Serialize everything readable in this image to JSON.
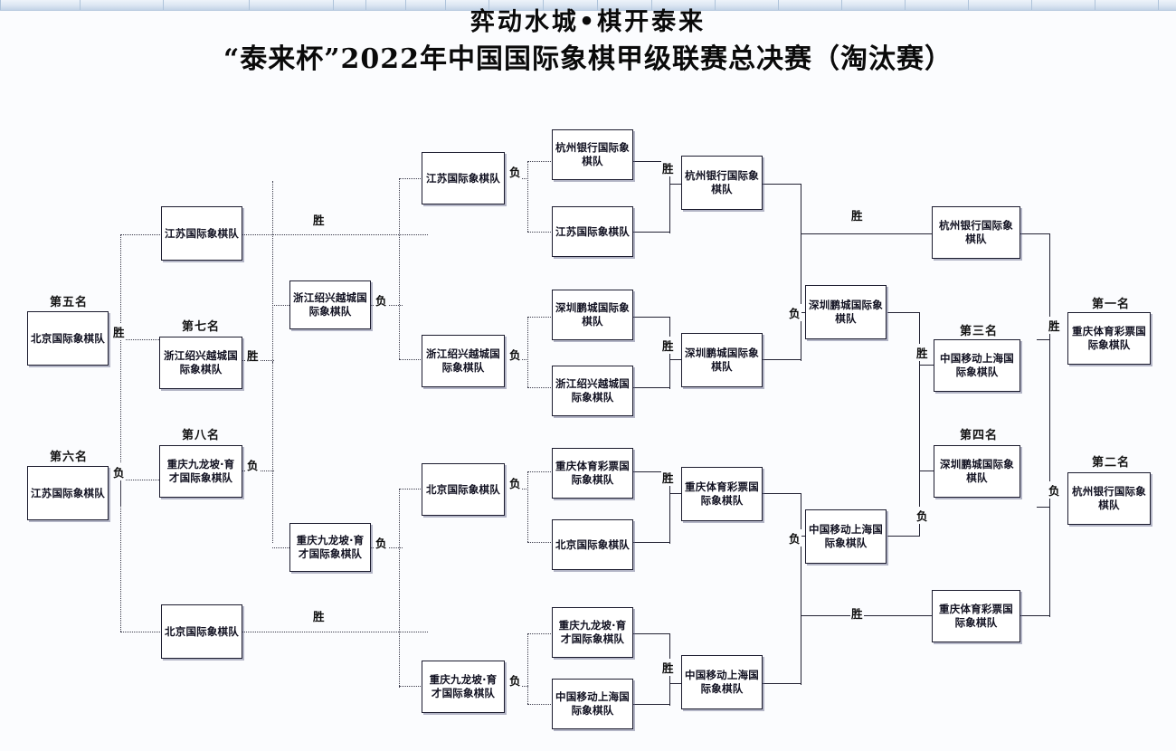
{
  "header": {
    "title_line1": "弈动水城•棋开泰来",
    "title_line2": "“泰来杯”2022年中国国际象棋甲级联赛总决赛（淘汰赛）"
  },
  "labels": {
    "win": "胜",
    "loss": "负"
  },
  "ranks": {
    "first": "第一名",
    "second": "第二名",
    "third": "第三名",
    "fourth": "第四名",
    "fifth": "第五名",
    "sixth": "第六名",
    "seventh": "第七名",
    "eighth": "第八名"
  },
  "teams": {
    "hangzhou": "杭州银行国际象棋队",
    "jiangsu": "江苏国际象棋队",
    "shenzhen": "深圳鹏城国际象棋队",
    "zhejiang": "浙江绍兴越城国际象棋队",
    "chongqing_sports": "重庆体育彩票国际象棋队",
    "beijing": "北京国际象棋队",
    "chongqing_jiulongpo": "重庆九龙坡·育才国际象棋队",
    "shanghai": "中国移动上海国际象棋队"
  },
  "bracket": {
    "consolation_left": [
      {
        "id": "cl-jiangsu-top",
        "team": "江苏国际象棋队",
        "result": "胜"
      },
      {
        "id": "cl-beijing-5th",
        "team": "北京国际象棋队",
        "rank": "第五名",
        "result": "胜"
      },
      {
        "id": "cl-jiangsu-6th",
        "team": "江苏国际象棋队",
        "rank": "第六名",
        "result": "负"
      },
      {
        "id": "cl-zhejiang-7th",
        "team": "浙江绍兴越城国际象棋队",
        "rank": "第七名",
        "result": "胜"
      },
      {
        "id": "cl-chongqing-8th",
        "team": "重庆九龙坡·育才国际象棋队",
        "rank": "第八名",
        "result": "负"
      },
      {
        "id": "cl-beijing-bottom",
        "team": "北京国际象棋队",
        "result": "胜"
      }
    ],
    "losers_mid": [
      {
        "id": "lm-zhejiang",
        "team": "浙江绍兴越城国际象棋队",
        "result": "负"
      },
      {
        "id": "lm-chongqing",
        "team": "重庆九龙坡·育才国际象棋队",
        "result": "负"
      }
    ],
    "quarter_seeds": [
      {
        "id": "q1",
        "team": "江苏国际象棋队",
        "result": "负"
      },
      {
        "id": "q2",
        "team": "浙江绍兴越城国际象棋队",
        "result": "负"
      },
      {
        "id": "q3",
        "team": "北京国际象棋队",
        "result": "负"
      },
      {
        "id": "q4",
        "team": "重庆九龙坡·育才国际象棋队",
        "result": "负"
      }
    ],
    "quarterfinals": [
      {
        "id": "qf1",
        "top": "杭州银行国际象棋队",
        "bottom": "江苏国际象棋队",
        "winner": "杭州银行国际象棋队",
        "result": "胜"
      },
      {
        "id": "qf2",
        "top": "深圳鹏城国际象棋队",
        "bottom": "浙江绍兴越城国际象棋队",
        "winner": "深圳鹏城国际象棋队",
        "result": "胜"
      },
      {
        "id": "qf3",
        "top": "重庆体育彩票国际象棋队",
        "bottom": "北京国际象棋队",
        "winner": "重庆体育彩票国际象棋队",
        "result": "胜"
      },
      {
        "id": "qf4",
        "top": "重庆九龙坡·育才国际象棋队",
        "bottom": "中国移动上海国际象棋队",
        "winner": "中国移动上海国际象棋队",
        "result": "胜"
      }
    ],
    "semifinals": [
      {
        "id": "sf1",
        "winner": "杭州银行国际象棋队",
        "loser": "深圳鹏城国际象棋队",
        "winner_result": "胜",
        "loser_result": "负"
      },
      {
        "id": "sf2",
        "winner": "重庆体育彩票国际象棋队",
        "loser": "中国移动上海国际象棋队",
        "winner_result": "胜",
        "loser_result": "负"
      }
    ],
    "finalists": [
      {
        "id": "f-hangzhou",
        "team": "杭州银行国际象棋队",
        "result": "负"
      },
      {
        "id": "f-chongqing",
        "team": "重庆体育彩票国际象棋队",
        "result": "胜"
      }
    ],
    "podium": [
      {
        "id": "p1",
        "rank": "第一名",
        "team": "重庆体育彩票国际象棋队"
      },
      {
        "id": "p2",
        "rank": "第二名",
        "team": "杭州银行国际象棋队"
      },
      {
        "id": "p3",
        "rank": "第三名",
        "team": "中国移动上海国际象棋队"
      },
      {
        "id": "p4",
        "rank": "第四名",
        "team": "深圳鹏城国际象棋队"
      }
    ]
  }
}
